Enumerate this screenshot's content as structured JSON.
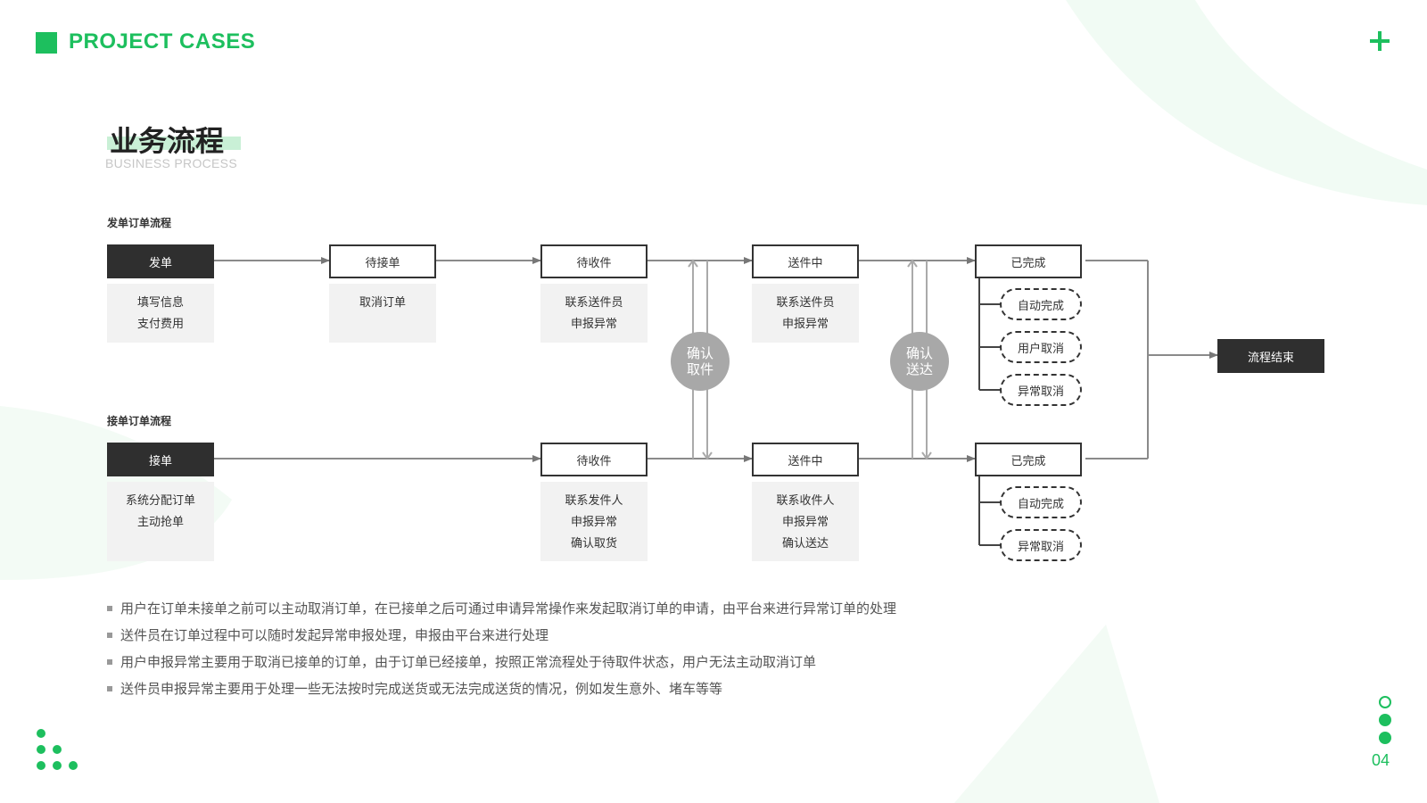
{
  "header": {
    "title": "PROJECT CASES",
    "accent_color": "#1dbf5e",
    "plus_icon": "plus-icon"
  },
  "section": {
    "title": "业务流程",
    "subtitle": "BUSINESS PROCESS"
  },
  "flow_top": {
    "label": "发单订单流程",
    "start": "发单",
    "start_notes": [
      "填写信息",
      "支付费用"
    ],
    "step2": "待接单",
    "step2_notes": [
      "取消订单"
    ],
    "step3": "待收件",
    "step3_notes": [
      "联系送件员",
      "申报异常"
    ],
    "step4": "送件中",
    "step4_notes": [
      "联系送件员",
      "申报异常"
    ],
    "step5": "已完成",
    "outcomes": [
      "自动完成",
      "用户取消",
      "异常取消"
    ]
  },
  "flow_bottom": {
    "label": "接单订单流程",
    "start": "接单",
    "start_notes": [
      "系统分配订单",
      "主动抢单"
    ],
    "step3": "待收件",
    "step3_notes": [
      "联系发件人",
      "申报异常",
      "确认取货"
    ],
    "step4": "送件中",
    "step4_notes": [
      "联系收件人",
      "申报异常",
      "确认送达"
    ],
    "step5": "已完成",
    "outcomes": [
      "自动完成",
      "异常取消"
    ]
  },
  "sync": {
    "pickup": [
      "确认",
      "取件"
    ],
    "delivery": [
      "确认",
      "送达"
    ]
  },
  "end": "流程结束",
  "bullets": [
    "用户在订单未接单之前可以主动取消订单，在已接单之后可通过申请异常操作来发起取消订单的申请，由平台来进行异常订单的处理",
    "送件员在订单过程中可以随时发起异常申报处理，申报由平台来进行处理",
    "用户申报异常主要用于取消已接单的订单，由于订单已经接单，按照正常流程处于待取件状态，用户无法主动取消订单",
    "送件员申报异常主要用于处理一些无法按时完成送货或无法完成送货的情况，例如发生意外、堵车等等"
  ],
  "page_number": "04"
}
